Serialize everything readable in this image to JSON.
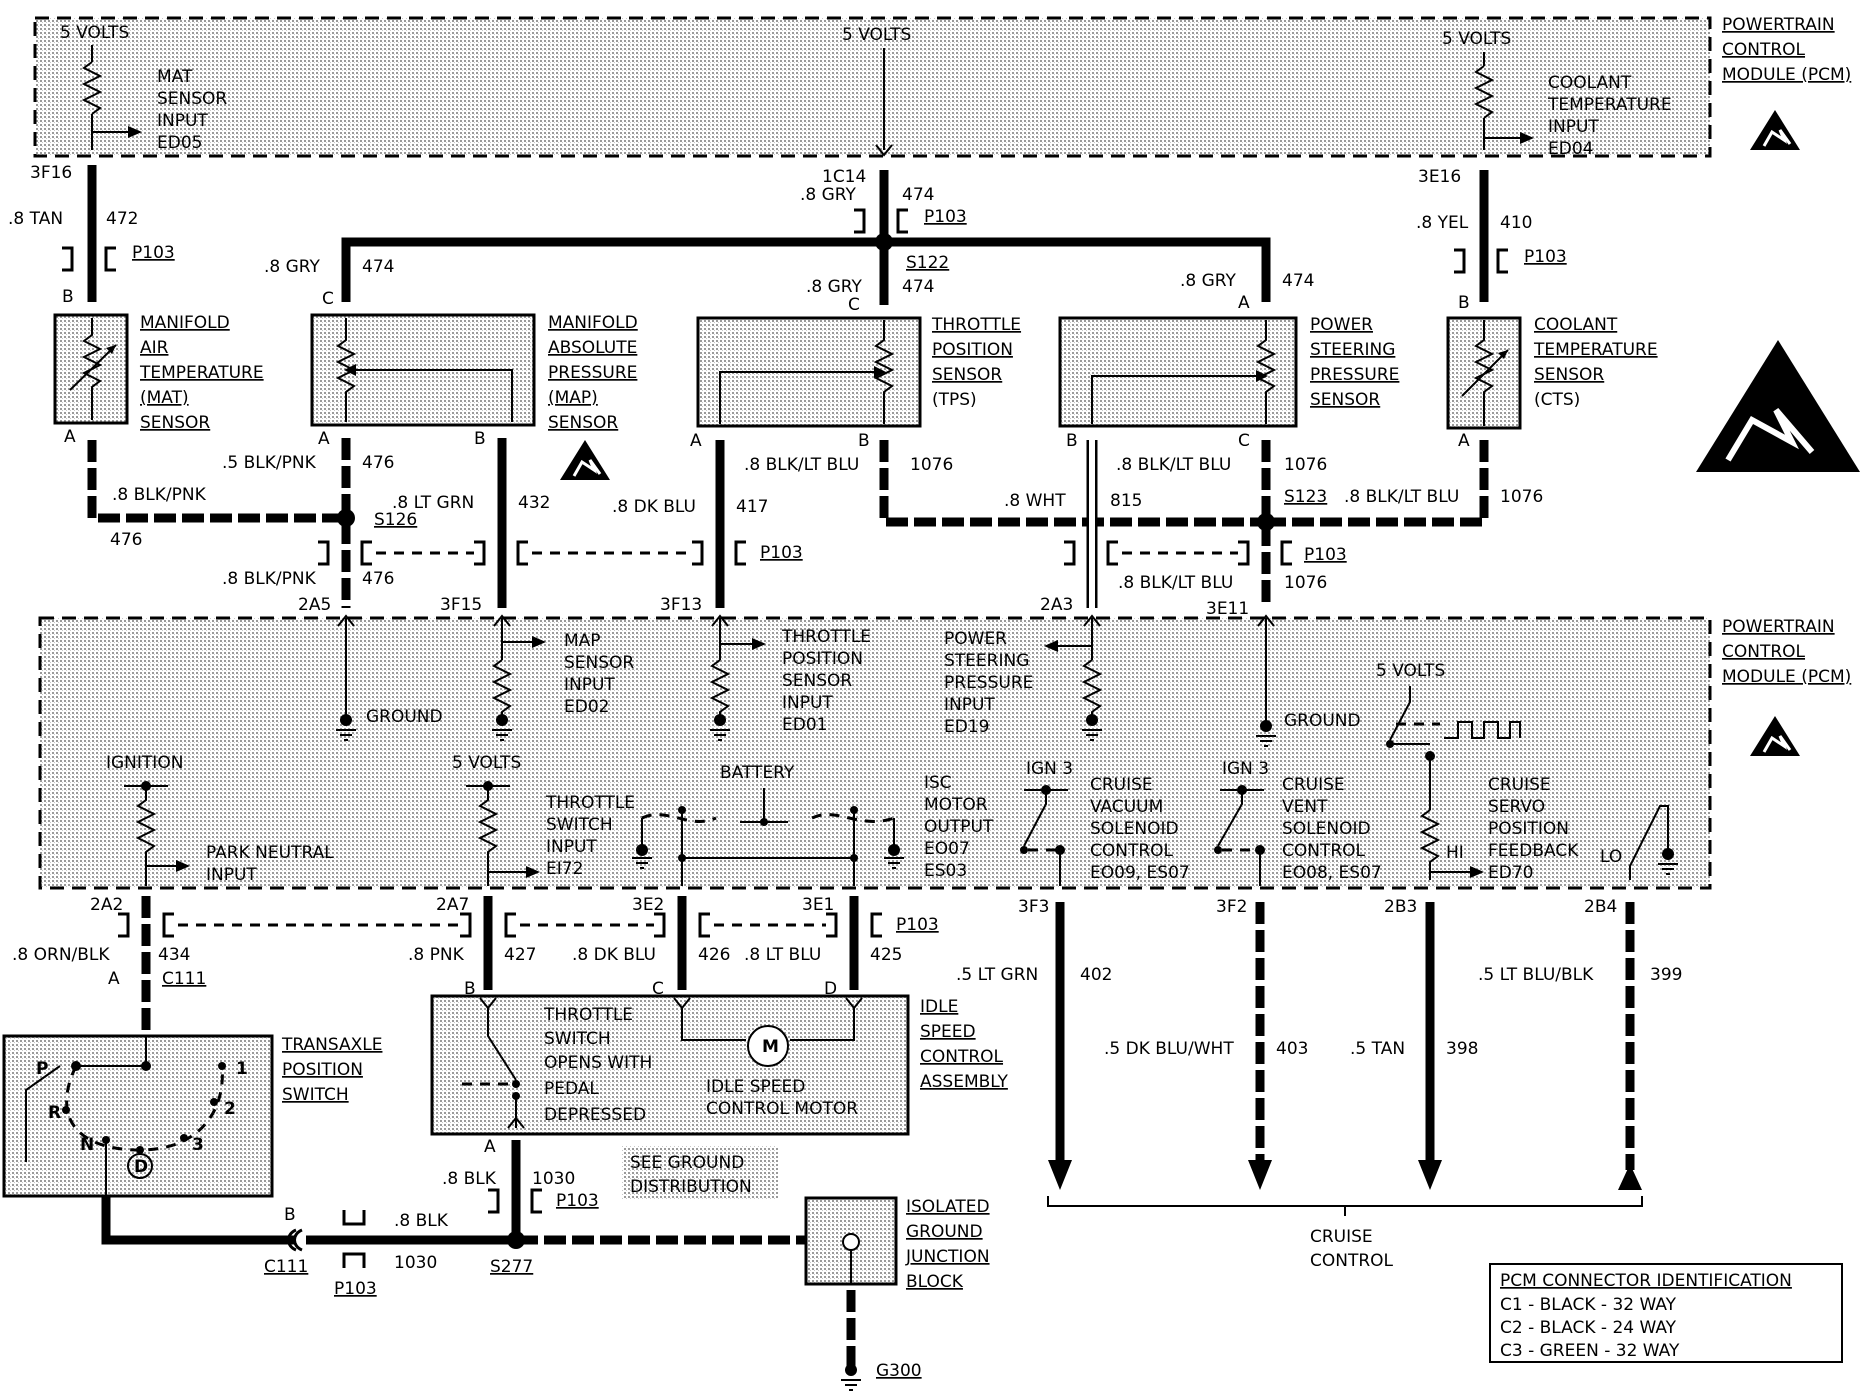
{
  "pcm_top": {
    "title": [
      "POWERTRAIN",
      "CONTROL",
      "MODULE (PCM)"
    ],
    "mat_input": {
      "volts": "5 VOLTS",
      "lines": [
        "MAT",
        "SENSOR",
        "INPUT",
        "ED05"
      ],
      "pin": "3F16"
    },
    "center": {
      "volts": "5 VOLTS",
      "pin": "1C14"
    },
    "cts_input": {
      "volts": "5 VOLTS",
      "lines": [
        "COOLANT",
        "TEMPERATURE",
        "INPUT",
        "ED04"
      ],
      "pin": "3E16"
    }
  },
  "pcm_bottom": {
    "title": [
      "POWERTRAIN",
      "CONTROL",
      "MODULE (PCM)"
    ],
    "ground_1": "GROUND",
    "ground_2": "GROUND",
    "map_input": [
      "MAP",
      "SENSOR",
      "INPUT",
      "ED02"
    ],
    "tps_input": [
      "THROTTLE",
      "POSITION",
      "SENSOR",
      "INPUT",
      "ED01"
    ],
    "ps_input": [
      "POWER",
      "STEERING",
      "PRESSURE",
      "INPUT",
      "ED19"
    ],
    "ignition": "IGNITION",
    "park_neutral": [
      "PARK NEUTRAL",
      "INPUT"
    ],
    "five_volts_a": "5 VOLTS",
    "five_volts_b": "5 VOLTS",
    "throttle_switch_input": [
      "THROTTLE",
      "SWITCH",
      "INPUT",
      "EI72"
    ],
    "battery": "BATTERY",
    "isc_output": [
      "ISC",
      "MOTOR",
      "OUTPUT",
      "EO07",
      "ES03"
    ],
    "ign3_a": "IGN 3",
    "ign3_b": "IGN 3",
    "vacuum": [
      "CRUISE",
      "VACUUM",
      "SOLENOID",
      "CONTROL",
      "EO09, ES07"
    ],
    "vent": [
      "CRUISE",
      "VENT",
      "SOLENOID",
      "CONTROL",
      "EO08, ES07"
    ],
    "servo": [
      "CRUISE",
      "SERVO",
      "POSITION",
      "FEEDBACK",
      "ED70"
    ],
    "hi": "HI",
    "lo": "LO",
    "pins": [
      "2A5",
      "3F15",
      "3F13",
      "2A3",
      "3E11",
      "2A2",
      "2A7",
      "3E2",
      "3E1",
      "3F3",
      "3F2",
      "2B3",
      "2B4"
    ]
  },
  "wires": {
    "w472": {
      "gauge": ".8 TAN",
      "circuit": "472"
    },
    "w474_top": {
      "gauge": ".8 GRY",
      "circuit": "474"
    },
    "w474_map": {
      "gauge": ".8 GRY",
      "circuit": "474"
    },
    "w474_tps": {
      "gauge": ".8 GRY",
      "circuit": "474"
    },
    "w474_ps": {
      "gauge": ".8 GRY",
      "circuit": "474"
    },
    "w410": {
      "gauge": ".8 YEL",
      "circuit": "410"
    },
    "w476_map": {
      "gauge": ".5 BLK/PNK",
      "circuit": "476"
    },
    "w476_mat": {
      "gauge": ".8 BLK/PNK",
      "circuit": "476"
    },
    "w476_pcm": {
      "gauge": ".8 BLK/PNK",
      "circuit": "476"
    },
    "w432": {
      "gauge": ".8 LT GRN",
      "circuit": "432"
    },
    "w417": {
      "gauge": ".8 DK BLU",
      "circuit": "417"
    },
    "w1076_tps": {
      "gauge": ".8 BLK/LT BLU",
      "circuit": "1076"
    },
    "w815": {
      "gauge": ".8 WHT",
      "circuit": "815"
    },
    "w1076_ps": {
      "gauge": ".8 BLK/LT BLU",
      "circuit": "1076"
    },
    "w1076_cts": {
      "gauge": ".8 BLK/LT BLU",
      "circuit": "1076"
    },
    "w1076_pcm": {
      "gauge": ".8 BLK/LT BLU",
      "circuit": "1076"
    },
    "w434": {
      "gauge": ".8 ORN/BLK",
      "circuit": "434"
    },
    "w427": {
      "gauge": ".8 PNK",
      "circuit": "427"
    },
    "w426": {
      "gauge": ".8 DK BLU",
      "circuit": "426"
    },
    "w425": {
      "gauge": ".8 LT BLU",
      "circuit": "425"
    },
    "w402": {
      "gauge": ".5 LT GRN",
      "circuit": "402"
    },
    "w403": {
      "gauge": ".5 DK BLU/WHT",
      "circuit": "403"
    },
    "w398": {
      "gauge": ".5 TAN",
      "circuit": "398"
    },
    "w399": {
      "gauge": ".5 LT BLU/BLK",
      "circuit": "399"
    },
    "w1030_a": {
      "gauge": ".8 BLK",
      "circuit": "1030"
    },
    "w1030_b": {
      "gauge": ".8 BLK",
      "circuit": "1030"
    }
  },
  "splices": [
    "S122",
    "S126",
    "S123",
    "S277"
  ],
  "connectors": {
    "p103": "P103",
    "c111": "C111"
  },
  "components": {
    "mat": [
      "MANIFOLD",
      "AIR",
      "TEMPERATURE",
      "(MAT)",
      "SENSOR"
    ],
    "map": [
      "MANIFOLD",
      "ABSOLUTE",
      "PRESSURE",
      "(MAP)",
      "SENSOR"
    ],
    "tps": [
      "THROTTLE",
      "POSITION",
      "SENSOR",
      "(TPS)"
    ],
    "ps": [
      "POWER",
      "STEERING",
      "PRESSURE",
      "SENSOR"
    ],
    "cts": [
      "COOLANT",
      "TEMPERATURE",
      "SENSOR",
      "(CTS)"
    ],
    "transaxle": [
      "TRANSAXLE",
      "POSITION",
      "SWITCH"
    ],
    "idle": [
      "IDLE",
      "SPEED",
      "CONTROL",
      "ASSEMBLY"
    ],
    "isolated": [
      "ISOLATED",
      "GROUND",
      "JUNCTION",
      "BLOCK"
    ],
    "throttle_switch_note": [
      "THROTTLE",
      "SWITCH",
      "OPENS WITH",
      "PEDAL",
      "DEPRESSED"
    ],
    "idle_motor_note": [
      "IDLE SPEED",
      "CONTROL MOTOR"
    ],
    "motor": "M",
    "gear_positions": [
      "P",
      "R",
      "N",
      "D",
      "3",
      "2",
      "1"
    ]
  },
  "pin_letters": {
    "mat_b": "B",
    "mat_a": "A",
    "map_c": "C",
    "map_a": "A",
    "map_b": "B",
    "tps_c": "C",
    "tps_a": "A",
    "tps_b": "B",
    "ps_a": "A",
    "ps_b": "B",
    "ps_c": "C",
    "cts_b": "B",
    "cts_a": "A",
    "trans_a": "A",
    "trans_b": "B",
    "idle_b": "B",
    "idle_c": "C",
    "idle_d": "D",
    "idle_a": "A"
  },
  "see_ground": [
    "SEE GROUND",
    "DISTRIBUTION"
  ],
  "ground_label": "G300",
  "cruise": [
    "CRUISE",
    "CONTROL"
  ],
  "pcm_id": {
    "title": "PCM CONNECTOR IDENTIFICATION",
    "rows": [
      "C1 - BLACK - 32 WAY",
      "C2 - BLACK - 24 WAY",
      "C3 - GREEN - 32 WAY"
    ]
  }
}
